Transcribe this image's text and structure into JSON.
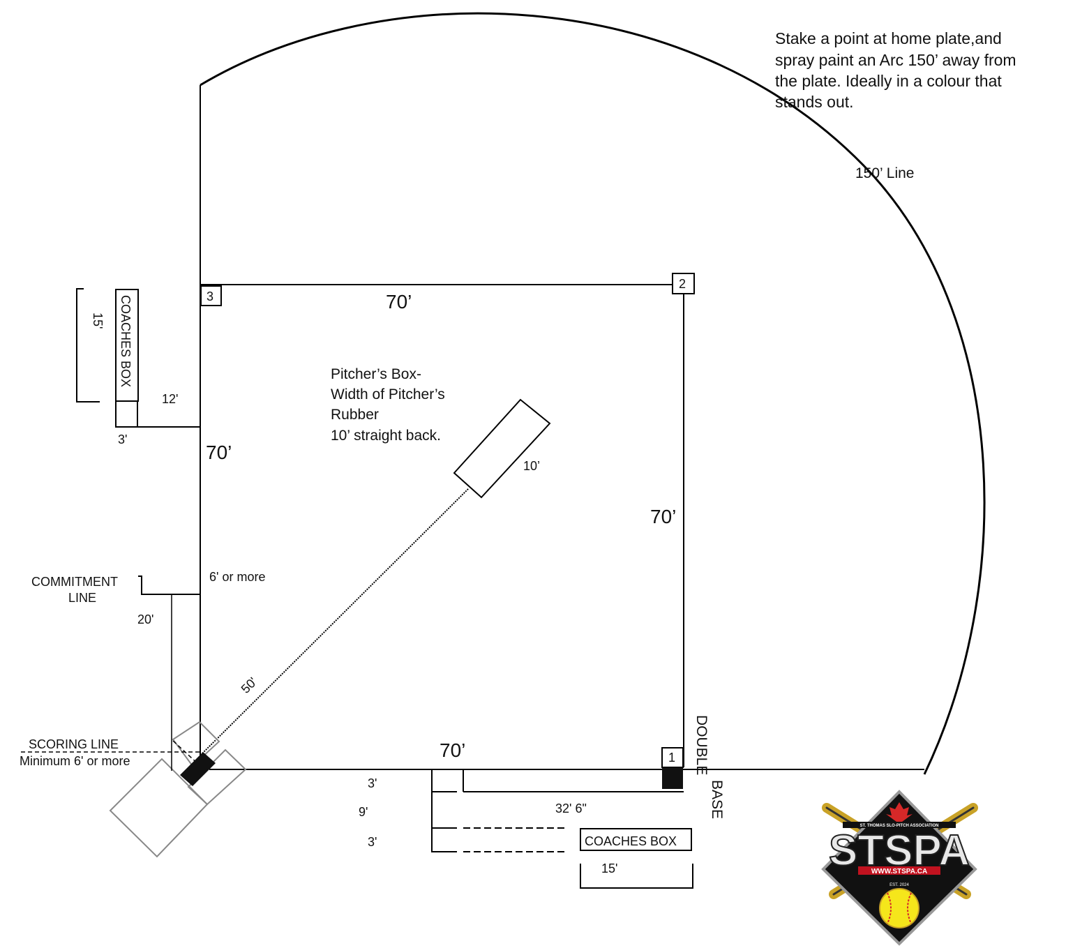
{
  "instructions": [
    "Stake a point at home plate,and",
    "spray paint an Arc 150’ away from",
    "the plate. Ideally in a colour that",
    "stands out."
  ],
  "arc_label": "150’ Line",
  "bases": {
    "third": "3",
    "second": "2",
    "first": "1"
  },
  "distances": {
    "home_to_third": "70’",
    "third_to_second": "70’",
    "second_to_first": "70’",
    "first_to_home": "70’",
    "pitch": "50'",
    "pitchers_box_len": "10’"
  },
  "pitchers_box_note": [
    "Pitcher’s Box-",
    "Width of Pitcher’s",
    "Rubber",
    "10’ straight back."
  ],
  "third_coaches_box": {
    "label": "COACHES BOX",
    "length": "15'",
    "offset": "12'",
    "width": "3'"
  },
  "first_coaches_box": {
    "label": "COACHES BOX",
    "length": "15'",
    "offset": "32' 6\"",
    "dims": [
      "3'",
      "9'",
      "3'"
    ]
  },
  "commitment_line": {
    "label": [
      "COMMITMENT",
      "LINE"
    ],
    "offset": "6' or more",
    "distance": "20'"
  },
  "scoring_line": {
    "label": "SCORING LINE",
    "note": "Minimum 6' or more"
  },
  "double_base": [
    "DOUBLE",
    "BASE"
  ],
  "logo": {
    "text": "STSPA",
    "url": "WWW.STSPA.CA",
    "assoc": "ST. THOMAS SLO-PITCH ASSOCIATION",
    "est": "EST. 2024"
  }
}
